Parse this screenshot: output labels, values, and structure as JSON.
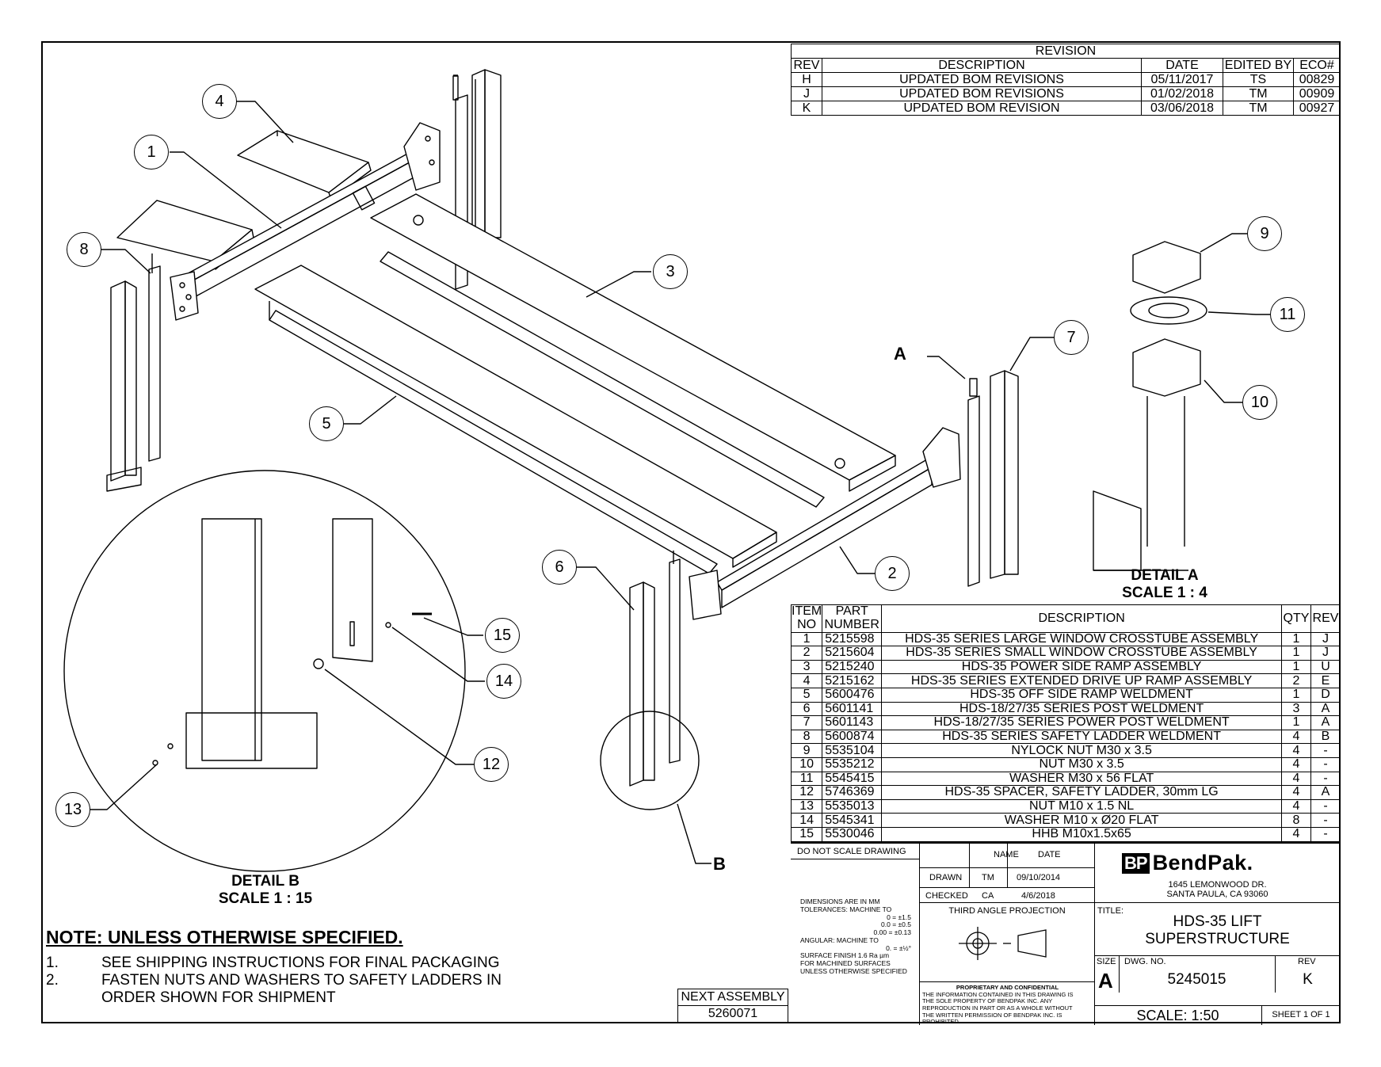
{
  "revision_table": {
    "title": "REVISION",
    "headers": [
      "REV",
      "DESCRIPTION",
      "DATE",
      "EDITED BY",
      "ECO#"
    ],
    "rows": [
      {
        "rev": "H",
        "description": "UPDATED BOM REVISIONS",
        "date": "05/11/2017",
        "edited_by": "TS",
        "eco": "00829"
      },
      {
        "rev": "J",
        "description": "UPDATED BOM REVISIONS",
        "date": "01/02/2018",
        "edited_by": "TM",
        "eco": "00909"
      },
      {
        "rev": "K",
        "description": "UPDATED BOM REVISION",
        "date": "03/06/2018",
        "edited_by": "TM",
        "eco": "00927"
      }
    ]
  },
  "balloons": [
    "1",
    "2",
    "3",
    "4",
    "5",
    "6",
    "7",
    "8",
    "9",
    "10",
    "11",
    "12",
    "13",
    "14",
    "15"
  ],
  "detail_a": {
    "letter": "A",
    "title": "DETAIL A",
    "scale": "SCALE 1 : 4"
  },
  "detail_b": {
    "letter": "B",
    "title": "DETAIL B",
    "scale": "SCALE 1 : 15"
  },
  "bom": {
    "headers": {
      "item_no_1": "ITEM",
      "item_no_2": "NO",
      "part_1": "PART",
      "part_2": "NUMBER",
      "description": "DESCRIPTION",
      "qty": "QTY",
      "rev": "REV"
    },
    "rows": [
      {
        "no": "1",
        "part": "5215598",
        "description": "HDS-35 SERIES LARGE WINDOW CROSSTUBE ASSEMBLY",
        "qty": "1",
        "rev": "J"
      },
      {
        "no": "2",
        "part": "5215604",
        "description": "HDS-35 SERIES SMALL WINDOW CROSSTUBE ASSEMBLY",
        "qty": "1",
        "rev": "J"
      },
      {
        "no": "3",
        "part": "5215240",
        "description": "HDS-35 POWER SIDE RAMP ASSEMBLY",
        "qty": "1",
        "rev": "U"
      },
      {
        "no": "4",
        "part": "5215162",
        "description": "HDS-35 SERIES EXTENDED DRIVE UP RAMP ASSEMBLY",
        "qty": "2",
        "rev": "E"
      },
      {
        "no": "5",
        "part": "5600476",
        "description": "HDS-35 OFF SIDE RAMP WELDMENT",
        "qty": "1",
        "rev": "D"
      },
      {
        "no": "6",
        "part": "5601141",
        "description": "HDS-18/27/35 SERIES POST WELDMENT",
        "qty": "3",
        "rev": "A"
      },
      {
        "no": "7",
        "part": "5601143",
        "description": "HDS-18/27/35 SERIES POWER POST WELDMENT",
        "qty": "1",
        "rev": "A"
      },
      {
        "no": "8",
        "part": "5600874",
        "description": "HDS-35 SERIES SAFETY LADDER WELDMENT",
        "qty": "4",
        "rev": "B"
      },
      {
        "no": "9",
        "part": "5535104",
        "description": "NYLOCK NUT  M30 x 3.5",
        "qty": "4",
        "rev": "-"
      },
      {
        "no": "10",
        "part": "5535212",
        "description": "NUT M30 x 3.5",
        "qty": "4",
        "rev": "-"
      },
      {
        "no": "11",
        "part": "5545415",
        "description": "WASHER M30 x 56 FLAT",
        "qty": "4",
        "rev": "-"
      },
      {
        "no": "12",
        "part": "5746369",
        "description": "HDS-35 SPACER, SAFETY LADDER, 30mm LG",
        "qty": "4",
        "rev": "A"
      },
      {
        "no": "13",
        "part": "5535013",
        "description": "NUT M10 x 1.5 NL",
        "qty": "4",
        "rev": "-"
      },
      {
        "no": "14",
        "part": "5545341",
        "description": "WASHER M10 x Ø20 FLAT",
        "qty": "8",
        "rev": "-"
      },
      {
        "no": "15",
        "part": "5530046",
        "description": "HHB M10x1.5x65",
        "qty": "4",
        "rev": "-"
      }
    ]
  },
  "title_block": {
    "do_not_scale": "DO NOT SCALE DRAWING",
    "name_hdr": "NAME",
    "date_hdr": "DATE",
    "drawn_label": "DRAWN",
    "drawn_name": "TM",
    "drawn_date": "09/10/2014",
    "checked_label": "CHECKED",
    "checked_name": "CA",
    "checked_date": "4/6/2018",
    "tolerances": [
      "DIMENSIONS ARE IN MM",
      "TOLERANCES:  MACHINE TO",
      "0 = ±1.5",
      "0.0 = ±0.5",
      "0.00 = ±0.13",
      "ANGULAR: MACHINE TO",
      "0. = ±½°",
      "SURFACE FINISH 1.6 Ra µm",
      "FOR MACHINED SURFACES",
      "UNLESS OTHERWISE SPECIFIED"
    ],
    "projection": "THIRD ANGLE PROJECTION",
    "proprietary_title": "PROPRIETARY AND CONFIDENTIAL",
    "proprietary_text": [
      "THE INFORMATION CONTAINED IN THIS DRAWING IS",
      "THE SOLE PROPERTY OF BENDPAK INC. ANY",
      "REPRODUCTION IN PART OR AS A WHOLE WITHOUT",
      "THE WRITTEN PERMISSION OF BENDPAK INC. IS",
      "PROHIBITED."
    ],
    "logo_letters": "BP",
    "logo_word": "BendPak.",
    "address_1": "1645 LEMONWOOD DR.",
    "address_2": "SANTA PAULA, CA 93060",
    "title_label": "TITLE:",
    "title_1": "HDS-35 LIFT",
    "title_2": "SUPERSTRUCTURE",
    "size_label": "SIZE",
    "size": "A",
    "dwg_label": "DWG.  NO.",
    "dwg_no": "5245015",
    "rev_label": "REV",
    "rev": "K",
    "scale": "SCALE: 1:50",
    "sheet": "SHEET 1 OF 1"
  },
  "next_assembly": {
    "label": "NEXT ASSEMBLY",
    "value": "5260071"
  },
  "notes": {
    "title": "NOTE: UNLESS OTHERWISE SPECIFIED.",
    "items": [
      {
        "n": "1.",
        "text": "SEE SHIPPING INSTRUCTIONS FOR FINAL PACKAGING"
      },
      {
        "n": "2.",
        "text": "FASTEN NUTS AND WASHERS TO SAFETY LADDERS IN"
      },
      {
        "n": "",
        "text": "ORDER SHOWN FOR SHIPMENT"
      }
    ]
  }
}
